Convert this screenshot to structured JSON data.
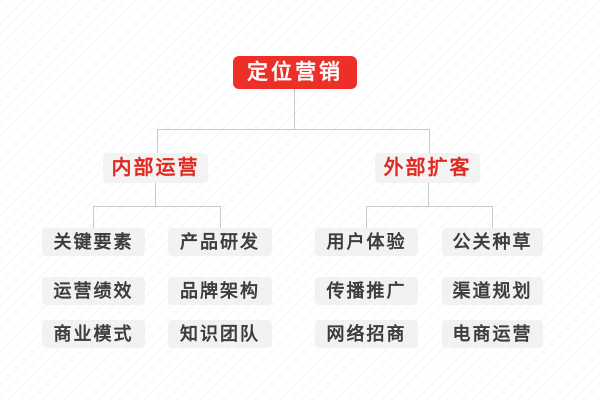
{
  "diagram": {
    "root": {
      "label": "定位营销"
    },
    "branches": [
      {
        "label": "内部运营",
        "children": [
          "关键要素",
          "产品研发",
          "运营绩效",
          "品牌架构",
          "商业模式",
          "知识团队"
        ]
      },
      {
        "label": "外部扩客",
        "children": [
          "用户体验",
          "公关种草",
          "传播推广",
          "渠道规划",
          "网络招商",
          "电商运营"
        ]
      }
    ],
    "colors": {
      "root_bg": "#ed2f28",
      "root_text": "#ffffff",
      "branch_text": "#e2281f",
      "node_bg": "#f2f2f2",
      "leaf_text": "#3d3d3d",
      "connector": "#c9c9c9"
    }
  }
}
